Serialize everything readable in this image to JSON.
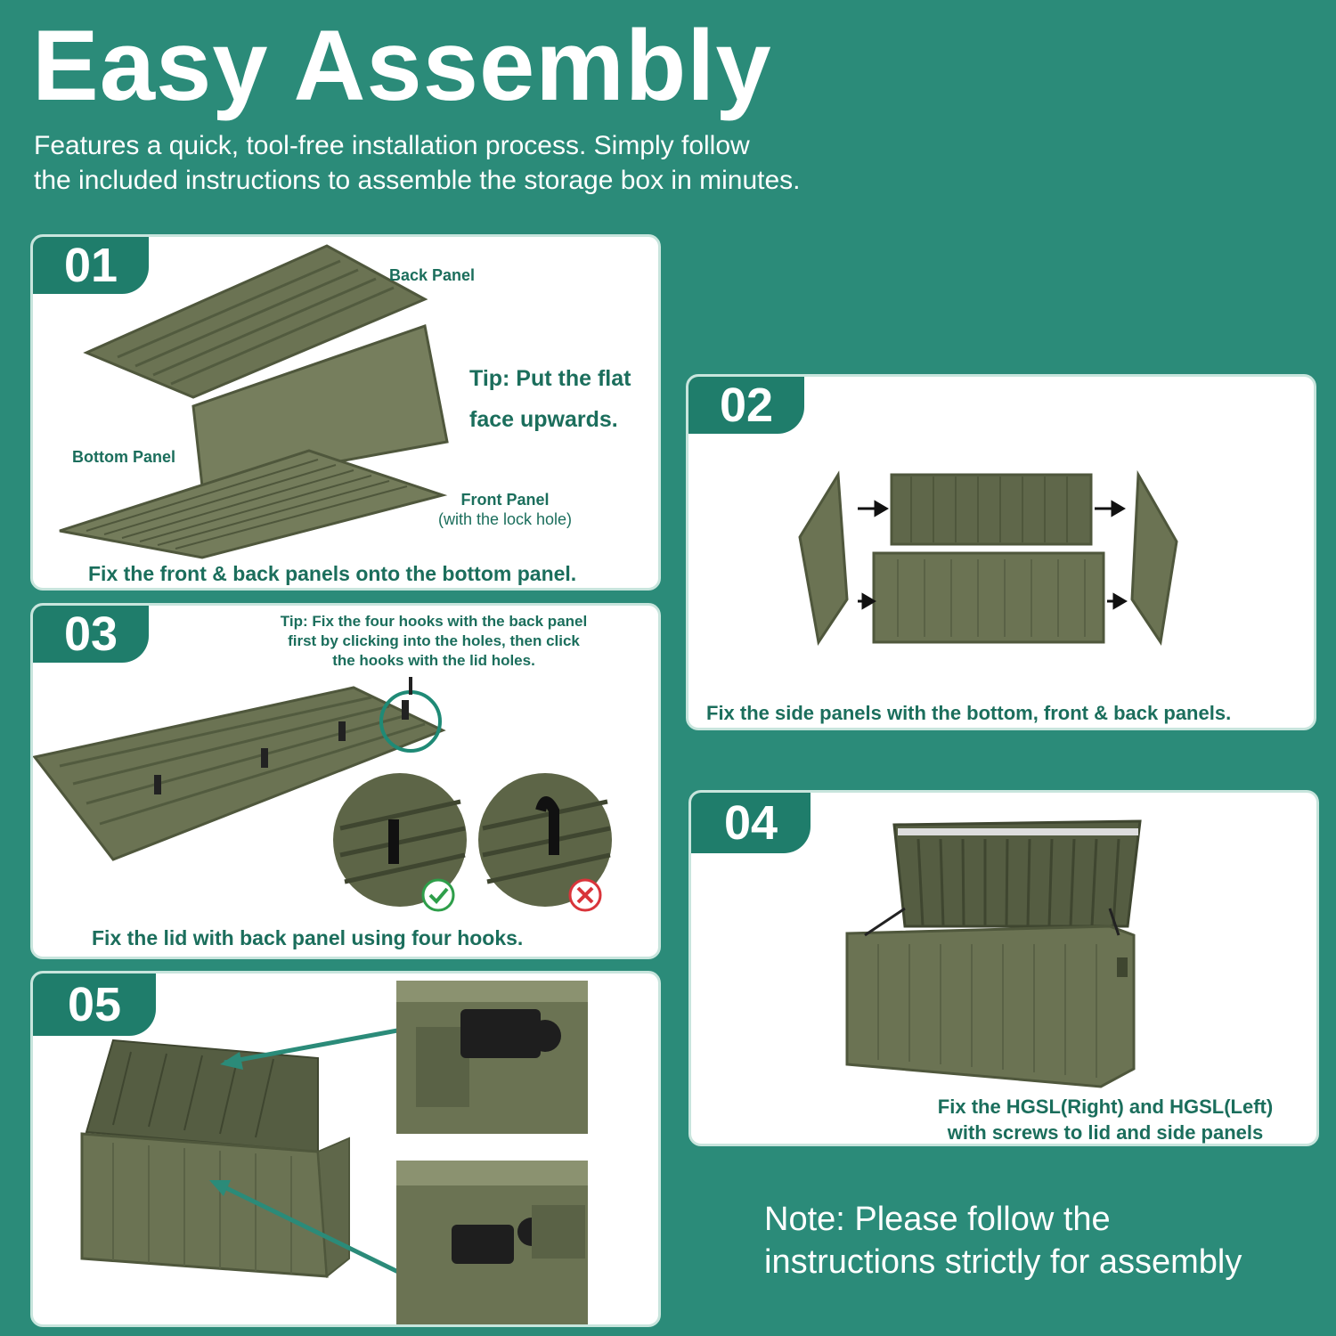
{
  "header": {
    "title": "Easy Assembly",
    "subtitle_line1": "Features a quick, tool-free installation process. Simply follow",
    "subtitle_line2": "the included instructions to assemble the storage box in minutes."
  },
  "steps": {
    "s01": {
      "number": "01",
      "back_panel": "Back Panel",
      "bottom_panel": "Bottom Panel",
      "front_panel": "Front Panel",
      "front_panel_note": "(with the lock hole)",
      "tip_line1": "Tip: Put the flat",
      "tip_line2": "face upwards.",
      "caption": "Fix the front & back panels onto the bottom panel."
    },
    "s02": {
      "number": "02",
      "caption": "Fix the side panels with the bottom, front & back panels."
    },
    "s03": {
      "number": "03",
      "tip_line1": "Tip: Fix the four hooks with the back panel",
      "tip_line2": "first by clicking into the holes, then click",
      "tip_line3": "the hooks with the lid holes.",
      "caption": "Fix the lid with back panel using four hooks."
    },
    "s04": {
      "number": "04",
      "caption_line1": "Fix the HGSL(Right) and HGSL(Left)",
      "caption_line2": "with screws to lid and side panels"
    },
    "s05": {
      "number": "05"
    }
  },
  "note": {
    "line1": "Note: Please follow the",
    "line2": "instructions strictly for assembly"
  },
  "colors": {
    "background": "#2b8b79",
    "badge": "#1f7d6b",
    "text_accent": "#1b6e5c",
    "panel_olive": "#6b7353",
    "panel_dark": "#4f573c",
    "check": "#2e9e4a",
    "cross": "#d9343a"
  },
  "icons": [
    "arrow-right-icon",
    "check-circle-icon",
    "cross-circle-icon",
    "hook-icon"
  ]
}
